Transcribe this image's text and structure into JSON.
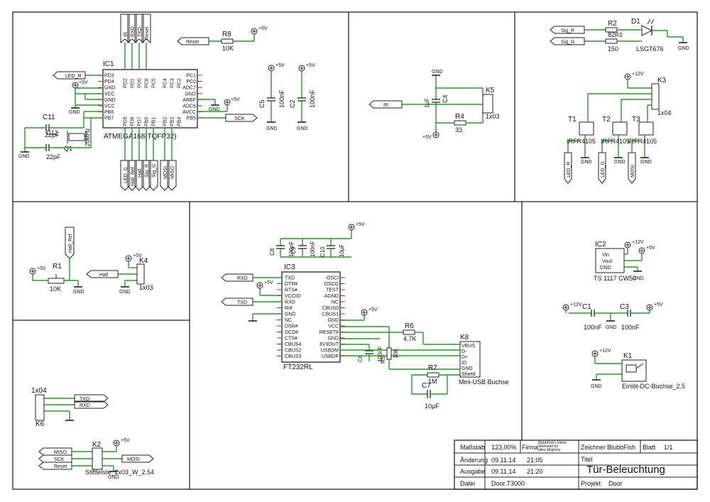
{
  "title_block": {
    "massstab_label": "Maßstab",
    "massstab_value": "123,00%",
    "firma_label": "Firma",
    "firma_value_1": "BlubbFish's kleine",
    "firma_value_2": "Werkstatt für",
    "firma_value_3": "alles Mögliche",
    "zeichner_label": "Zeichner",
    "zeichner_value": "BlubbFish",
    "blatt_label": "Blatt",
    "blatt_value": "1/1",
    "aenderung_label": "Änderung",
    "aenderung_date": "09.11.14",
    "aenderung_time": "21:05",
    "ausgabe_label": "Ausgabe",
    "ausgabe_date": "09.11.14",
    "ausgabe_time": "21:20",
    "datei_label": "Datei",
    "datei_value": "Door.T3000",
    "titel_label": "Titel",
    "titel_value": "Tür-Beleuchtung",
    "projekt_label": "Projekt",
    "projekt_value": "Door"
  },
  "mcu": {
    "ref": "IC1",
    "name": "ATMEGA168(TQFP32)",
    "left_pins": [
      "PD3",
      "PD4",
      "GND",
      "VCC",
      "GND",
      "VCC",
      "PB6",
      "PB7"
    ],
    "right_pins": [
      "PC1",
      "PC0",
      "ADC7",
      "GND",
      "AREF",
      "ADC6",
      "AVCC",
      "PB5"
    ],
    "top_pins": [
      "PD2",
      "PD1",
      "PD0",
      "PC6",
      "PC5",
      "PC4",
      "PC3",
      "PC2"
    ],
    "bottom_pins": [
      "PD5",
      "PD6",
      "PD7",
      "PB0",
      "PB1",
      "PB2",
      "PB3",
      "PB4"
    ],
    "top_labels": [
      "IR",
      "RXD",
      "TXD",
      "Reset"
    ],
    "bottom_labels_a": [
      "LED_G",
      "Hall_Ref",
      "Hall",
      "Sig_R",
      "Sig_G"
    ],
    "bottom_labels_b": [
      "MOSI",
      "MISO"
    ]
  },
  "mcu_misc": {
    "led_r": "LED_R",
    "reset": "Reset",
    "r8": "R8",
    "r8v": "10K",
    "sck": "SCK",
    "c11": "C11",
    "c11v": "22pF",
    "c12": "C12",
    "c12v": "22pF",
    "q1": "Q1",
    "q1v": "20MHz",
    "c5": "C5",
    "c5v": "100nF",
    "c2": "C2",
    "c2v": "100nF"
  },
  "ir": {
    "k5": "K5",
    "k5v": "1x03",
    "c4": "C4",
    "c4v": "1µF",
    "r4": "R4",
    "r4v": "33",
    "label": "IR"
  },
  "led": {
    "r2": "R2",
    "r2v": "82",
    "r3": "R3",
    "r3v": "150",
    "d1": "D1",
    "d1v": "LSGT676",
    "sig_r": "Sig_R",
    "sig_g": "Sig_G"
  },
  "drivers": {
    "k3": "K3",
    "k3v": "1x04",
    "t1": "T1",
    "t2": "T2",
    "t3": "T3",
    "tv": "IRFR4105",
    "l1": "LED_R",
    "l2": "LED_G",
    "l3": "MOSI"
  },
  "hall": {
    "r1": "R1",
    "r1v": "10K",
    "ref": "Hall_Ref",
    "hall": "Hall",
    "k4": "K4",
    "k4v": "1x03"
  },
  "ft": {
    "ref": "IC3",
    "name": "FT232RL",
    "left": [
      "TXD",
      "DTR#",
      "RTS#",
      "VCCIO",
      "RXD",
      "RI#",
      "GND",
      "NC",
      "DSR#",
      "DCD#",
      "CTS#",
      "CBUS4",
      "CBUS2",
      "CBUS3"
    ],
    "right": [
      "OSCI",
      "OSCO",
      "TEST",
      "AGND",
      "NC",
      "CBUS0",
      "CBUS1",
      "GND",
      "VCC",
      "RESET#",
      "GND",
      "3V3OUT",
      "USBDM",
      "USBDP"
    ],
    "rxd": "RXD",
    "txd": "TXD",
    "c8": "C8",
    "c8v": "100nF",
    "c9": "C9",
    "c9v": "100nF",
    "c10": "C10",
    "c10v": "10µF",
    "r6": "R6",
    "r6v": "4,7K",
    "r5": "R5",
    "r5v": "10K",
    "c6": "C6",
    "c6v": "100nF",
    "r7": "R7",
    "r7v": "1M",
    "c7": "C7",
    "c7v": "10µF",
    "k8": "K8",
    "k8v": "Mini-USB Buchse",
    "k8pins": [
      "VBUS",
      "D-",
      "D+",
      "ID",
      "GND",
      "Shield"
    ]
  },
  "power": {
    "ic2": "IC2",
    "ic2v": "TS 1117 CW50",
    "vin": "Vin",
    "vout": "Vout",
    "gnd_pin": "GND",
    "c1": "C1",
    "c1v": "100nF",
    "c3": "C3",
    "c3v": "100nF",
    "k1": "K1",
    "k1v": "Einlöt-DC-Buchse_2.5"
  },
  "headers": {
    "k6": "K6",
    "k6v": "1x04",
    "k6labels": [
      "TXD",
      "RXD"
    ],
    "k2": "K2",
    "k2v": "Stiftleiste_2x03_W_2.54",
    "k2labels": [
      "MISO",
      "SCK",
      "Reset"
    ],
    "mosi": "MOSI"
  },
  "rails": {
    "p5": "+5V",
    "p12": "+12V",
    "gnd": "GND"
  }
}
